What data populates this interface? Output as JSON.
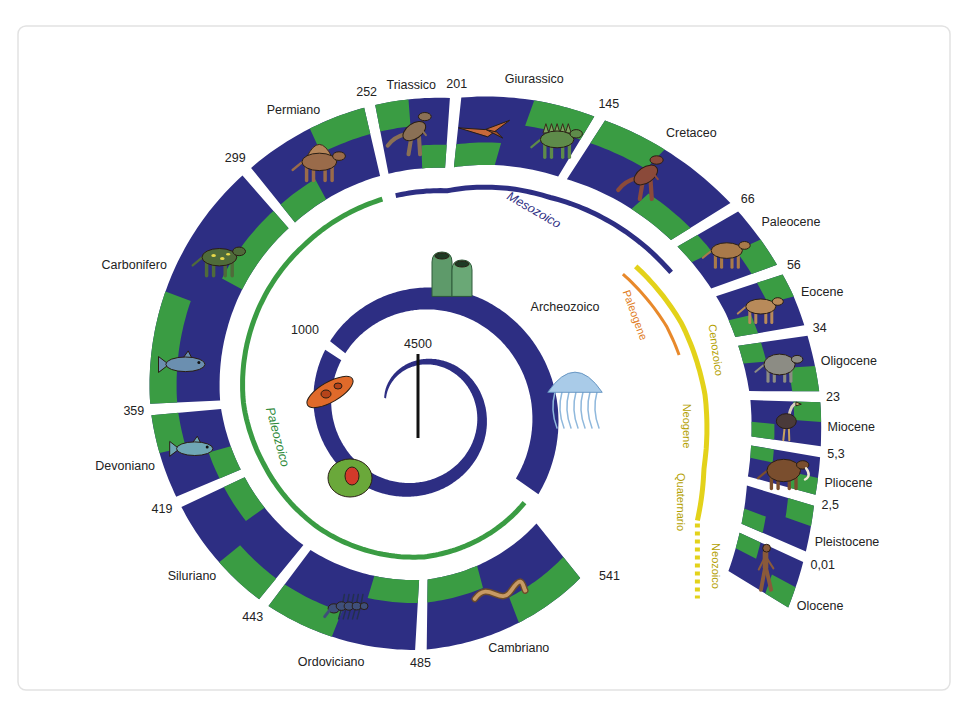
{
  "diagram": {
    "labels": [
      "Permiano",
      "252",
      "Triassico",
      "201",
      "Giurassico",
      "145",
      "Cretaceo",
      "66",
      "Paleocene",
      "56",
      "Eocene",
      "34",
      "Oligocene",
      "23",
      "Miocene",
      "5,3",
      "Pliocene",
      "2,5",
      "Pleistocene",
      "0,01",
      "Olocene",
      "Cambriano",
      "541",
      "485",
      "Ordoviciano",
      "443",
      "Siluriano",
      "419",
      "Devoniano",
      "359",
      "Carbonifero",
      "299",
      "Mesozoico",
      "Archeozoico",
      "1000",
      "4500",
      "Paleozoico",
      "Paleogene",
      "Cenozoico",
      "Neogene",
      "Quaternario",
      "Neozoico"
    ]
  }
}
